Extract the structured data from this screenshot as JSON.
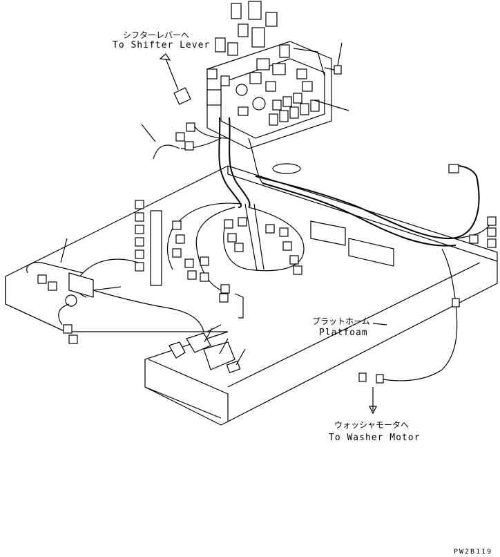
{
  "labels": {
    "shifter_jp": "シフターレバーへ",
    "shifter_en": "To Shifter Lever",
    "platform_jp": "プラットホーム",
    "platform_en": "Platfoam",
    "washer_jp": "ウォッシャモータへ",
    "washer_en": "To Washer Motor",
    "drawing_code": "PW2B119"
  }
}
